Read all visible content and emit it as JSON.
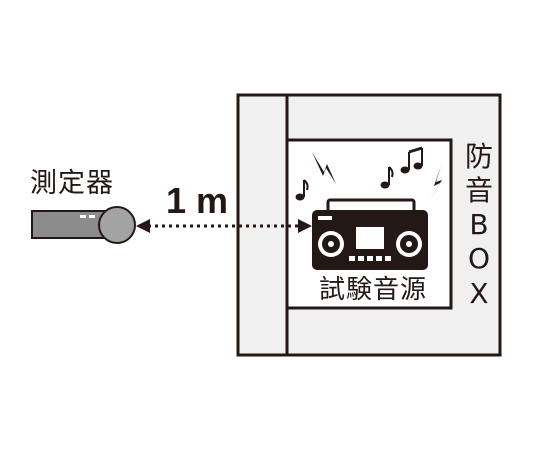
{
  "labels": {
    "measuring_device": "測定器",
    "distance": "1 m",
    "test_sound_source": "試験音源",
    "soundproof_box_chars": [
      "防",
      "音",
      "B",
      "O",
      "X"
    ]
  },
  "icons": {
    "meter": "sound-level-meter-icon",
    "source": "boombox-icon",
    "notes": "music-note-icon",
    "bolts": "lightning-bolt-icon"
  },
  "colors": {
    "stroke": "#231815",
    "box_fill": "#f0f0f0",
    "meter_body": "#8c8c8c",
    "meter_head": "#a3a3a3"
  }
}
